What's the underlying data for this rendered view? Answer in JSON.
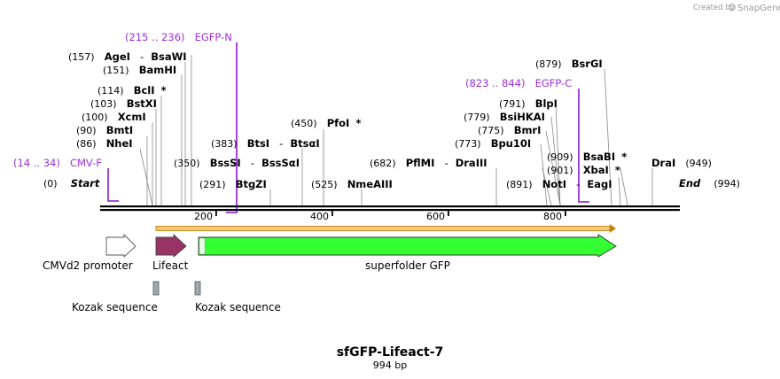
{
  "credit": "Created by",
  "brand": "SnapGene",
  "title": "sfGFP-Lifeact-7",
  "length": "994 bp",
  "sequence_length": 994,
  "ticks": [
    "200",
    "400",
    "600",
    "800"
  ],
  "primers": [
    {
      "range": "(215 .. 236)",
      "name": "EGFP-N"
    },
    {
      "range": "(823 .. 844)",
      "name": "EGFP-C"
    },
    {
      "range": "(14 .. 34)",
      "name": "CMV-F"
    }
  ],
  "sites": [
    {
      "pos": "(157)",
      "name": "AgeI",
      "name2": "BsaWI",
      "star": ""
    },
    {
      "pos": "(151)",
      "name": "BamHI",
      "name2": "",
      "star": ""
    },
    {
      "pos": "(114)",
      "name": "BclI",
      "name2": "",
      "star": "*"
    },
    {
      "pos": "(103)",
      "name": "BstXI",
      "name2": "",
      "star": ""
    },
    {
      "pos": "(100)",
      "name": "XcmI",
      "name2": "",
      "star": ""
    },
    {
      "pos": "(90)",
      "name": "BmtI",
      "name2": "",
      "star": ""
    },
    {
      "pos": "(86)",
      "name": "NheI",
      "name2": "",
      "star": ""
    },
    {
      "pos": "(0)",
      "name": "Start",
      "name2": "",
      "star": ""
    },
    {
      "pos": "(450)",
      "name": "PfoI",
      "name2": "",
      "star": "*"
    },
    {
      "pos": "(383)",
      "name": "BtsI",
      "name2": "BtsαI",
      "star": ""
    },
    {
      "pos": "(350)",
      "name": "BssSI",
      "name2": "BssSαI",
      "star": ""
    },
    {
      "pos": "(291)",
      "name": "BtgZI",
      "name2": "",
      "star": ""
    },
    {
      "pos": "(682)",
      "name": "PflMI",
      "name2": "DraIII",
      "star": ""
    },
    {
      "pos": "(525)",
      "name": "NmeAIII",
      "name2": "",
      "star": ""
    },
    {
      "pos": "(879)",
      "name": "BsrGI",
      "name2": "",
      "star": ""
    },
    {
      "pos": "(791)",
      "name": "BlpI",
      "name2": "",
      "star": ""
    },
    {
      "pos": "(779)",
      "name": "BsiHKAI",
      "name2": "",
      "star": ""
    },
    {
      "pos": "(775)",
      "name": "BmrI",
      "name2": "",
      "star": ""
    },
    {
      "pos": "(773)",
      "name": "Bpu10I",
      "name2": "",
      "star": ""
    },
    {
      "pos": "(891)",
      "name": "NotI",
      "name2": "EagI",
      "star": ""
    },
    {
      "pos": "(909)",
      "name": "BsaBI",
      "name2": "",
      "star": "*"
    },
    {
      "pos": "(901)",
      "name": "XbaI",
      "name2": "",
      "star": "*"
    },
    {
      "pos": "(949)",
      "name": "DraI",
      "name2": "",
      "star": ""
    },
    {
      "pos": "(994)",
      "name": "End",
      "name2": "",
      "star": ""
    }
  ],
  "features": [
    {
      "name": "CMVd2 promoter",
      "color": "#ffffff"
    },
    {
      "name": "Lifeact",
      "color": "#993366"
    },
    {
      "name": "superfolder GFP",
      "color": "#33ff33"
    },
    {
      "name": "Kozak sequence",
      "color": "#a0a8b0"
    },
    {
      "name": "Kozak sequence",
      "color": "#a0a8b0"
    }
  ],
  "orf_color": "#f5a623",
  "primer_color": "#9b30d9"
}
